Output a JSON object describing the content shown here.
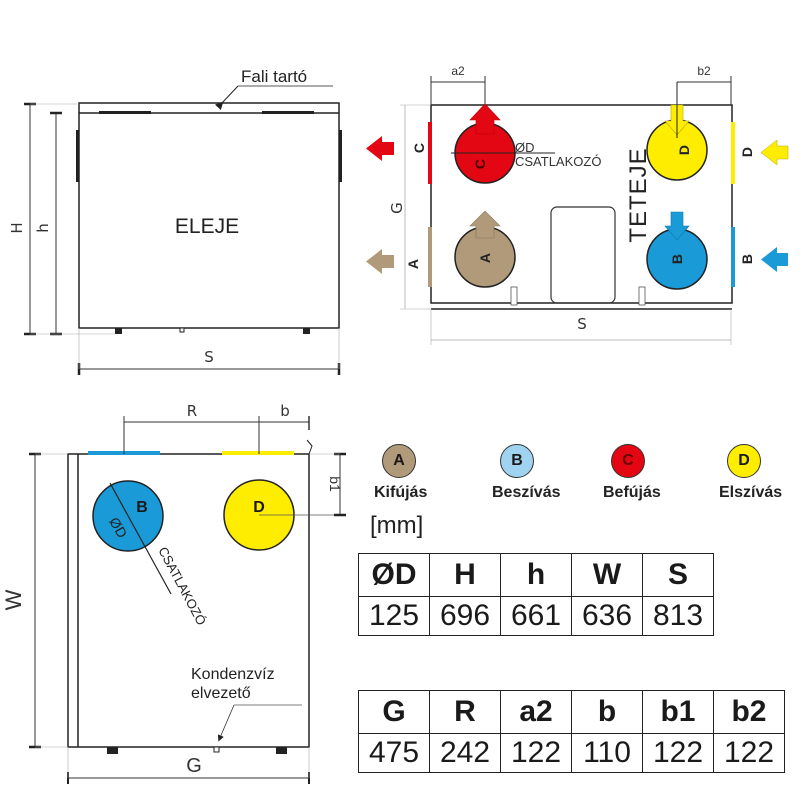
{
  "front_view": {
    "title": "ELEJE",
    "wall_bracket_label": "Fali tartó",
    "dim_labels": {
      "H": "H",
      "h": "h",
      "S": "S"
    }
  },
  "top_view": {
    "title": "TETEJE",
    "connector_label_diam": "ØD",
    "connector_label": "CSATLAKOZÓ",
    "dim_labels": {
      "a2": "a2",
      "b2": "b2",
      "G": "G",
      "S": "S"
    },
    "ports": [
      {
        "id": "C",
        "color": "#e30613",
        "direction": "out-left"
      },
      {
        "id": "A",
        "color": "#b09a7a",
        "direction": "out-left"
      },
      {
        "id": "D",
        "color": "#ffed00",
        "direction": "in-right"
      },
      {
        "id": "B",
        "color": "#1a9ad6",
        "direction": "in-right"
      }
    ]
  },
  "side_view": {
    "connector_label_diam": "ØD",
    "connector_label": "CSATLAKOZÓ",
    "condensate_label_line1": "Kondenzvíz",
    "condensate_label_line2": "elvezető",
    "dim_labels": {
      "R": "R",
      "b": "b",
      "b1": "b1",
      "W": "W",
      "G": "G"
    },
    "ports": [
      {
        "id": "B",
        "color": "#1a9ad6"
      },
      {
        "id": "D",
        "color": "#ffed00"
      }
    ]
  },
  "legend": [
    {
      "id": "A",
      "label": "Kifújás",
      "color": "#b09a7a"
    },
    {
      "id": "B",
      "label": "Beszívás",
      "color": "#9fd3ef"
    },
    {
      "id": "C",
      "label": "Befújás",
      "color": "#e30613"
    },
    {
      "id": "D",
      "label": "Elszívás",
      "color": "#ffed00"
    }
  ],
  "unit": "[mm]",
  "table1": {
    "headers": [
      "ØD",
      "H",
      "h",
      "W",
      "S"
    ],
    "values": [
      "125",
      "696",
      "661",
      "636",
      "813"
    ]
  },
  "table2": {
    "headers": [
      "G",
      "R",
      "a2",
      "b",
      "b1",
      "b2"
    ],
    "values": [
      "475",
      "242",
      "122",
      "110",
      "122",
      "122"
    ]
  }
}
